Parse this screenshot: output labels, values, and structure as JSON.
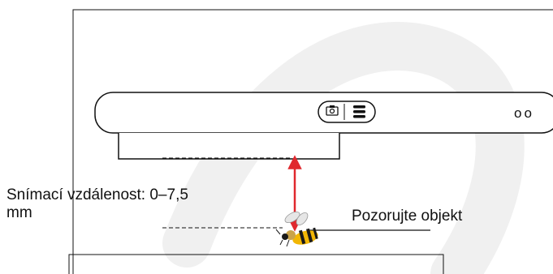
{
  "labels": {
    "distance_line1": "Snímací vzdálenost: 0–7,5",
    "distance_line2": "mm",
    "observe": "Pozorujte objekt"
  },
  "device": {
    "indicator_text": "oo",
    "icons": [
      "camera-icon",
      "menu-icon"
    ]
  },
  "colors": {
    "arrow": "#e0282e",
    "watermark": "#f0f0f0",
    "stroke": "#111111",
    "bee_yellow": "#f2b705",
    "bee_black": "#1a1a1a"
  }
}
